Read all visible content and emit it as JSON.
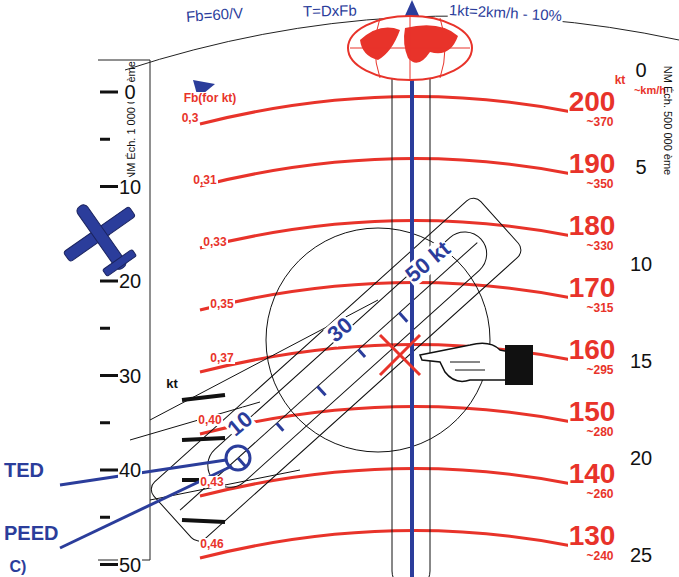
{
  "diagram": {
    "labels": [
      "Fb=60/V",
      "T=DxFb",
      "1kt=2km/h - 10%",
      "NM Éch. 1 000 000 ème",
      "Fb(for kt)",
      "kt",
      "~km/h",
      "0,3",
      "0,31",
      "0,33",
      "0,35",
      "0,37",
      "0,40",
      "0,43",
      "0,46",
      "200",
      "~370",
      "190",
      "~350",
      "180",
      "~330",
      "170",
      "~315",
      "160",
      "~295",
      "150",
      "~280",
      "140",
      "~260",
      "130",
      "~240",
      "0",
      "10",
      "20",
      "30",
      "40",
      "50",
      "0",
      "5",
      "10",
      "15",
      "20",
      "25",
      "NM Éch. 500 000 ème",
      "10",
      "30",
      "50 kt",
      "kt",
      "TED",
      "PEED",
      "C)"
    ]
  }
}
